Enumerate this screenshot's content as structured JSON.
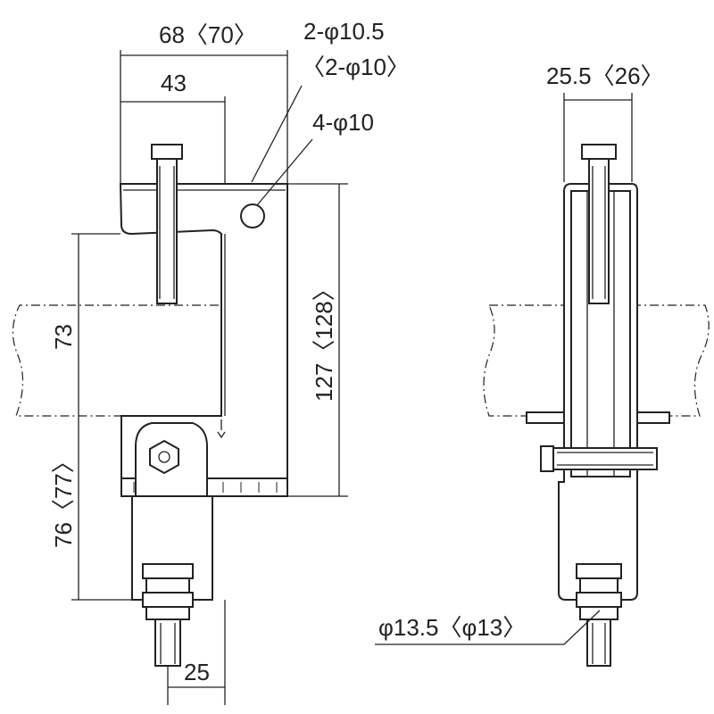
{
  "labels": {
    "width_overall": "68〈70〉",
    "width_inner": "43",
    "hole_large_a": "2-φ10.5",
    "hole_large_b": "〈2-φ10〉",
    "hole_small": "4-φ10",
    "height_total": "127〈128〉",
    "beam_depth": "73",
    "hanger_length": "76〈77〉",
    "rod_offset": "25",
    "side_width": "25.5〈26〉",
    "rod_dia": "φ13.5〈φ13〉"
  }
}
